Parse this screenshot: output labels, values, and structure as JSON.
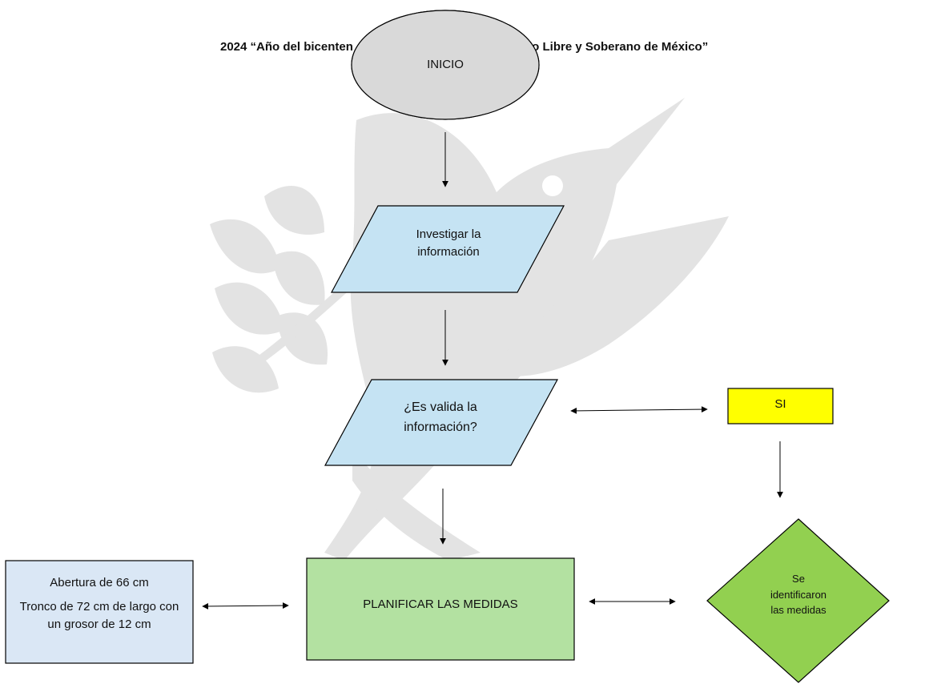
{
  "header": {
    "left_text": "2024 “Año del bicenten",
    "right_text": "do Libre y Soberano de México”"
  },
  "nodes": {
    "start": {
      "label": "INICIO",
      "fill": "#d9d9d9"
    },
    "investigate": {
      "lines": [
        "Investigar la",
        "información"
      ],
      "fill": "#c5e3f3"
    },
    "validate": {
      "lines": [
        "¿Es valida la",
        "información?"
      ],
      "fill": "#c5e3f3"
    },
    "yes": {
      "label": "SI",
      "fill": "#ffff00"
    },
    "plan": {
      "label": "PLANIFICAR LAS MEDIDAS",
      "fill": "#b3e1a1"
    },
    "measures": {
      "lines": [
        "Abertura de 66 cm",
        "Tronco de 72 cm de largo con",
        "un grosor de 12 cm"
      ],
      "fill": "#dae7f5"
    },
    "identified": {
      "lines": [
        "Se",
        "identificaron",
        "las medidas"
      ],
      "fill": "#92d050"
    }
  },
  "watermark": {
    "color": "#e3e3e3"
  }
}
